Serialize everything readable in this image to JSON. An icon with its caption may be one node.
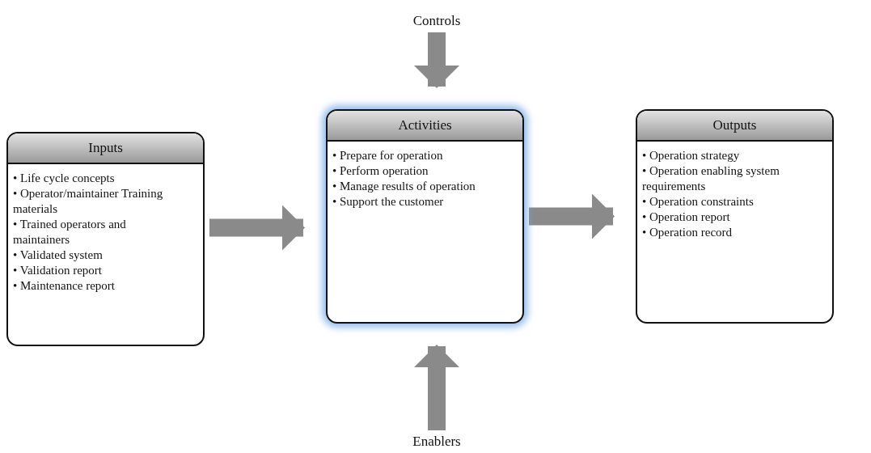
{
  "diagram": {
    "nodes": [
      {
        "text": [
          "Controls"
        ]
      },
      {
        "text": [
          "Inputs",
          "• Life cycle concepts",
          "• Operator/maintainer Training materials",
          "• Trained operators and maintainers",
          "• Validated system",
          "• Validation report",
          "• Maintenance report"
        ]
      },
      {
        "text": [
          "Activities",
          "• Prepare for operation",
          "• Perform operation",
          "• Manage results of operation",
          "• Support the customer"
        ]
      },
      {
        "text": [
          "Outputs",
          "• Operation strategy",
          "• Operation enabling system requirements",
          "• Operation constraints",
          "• Operation report",
          "• Operation record"
        ]
      },
      {
        "text": [
          "Enablers"
        ]
      }
    ],
    "edges": [
      {
        "from": 0,
        "to": 2,
        "arrow": "to"
      },
      {
        "from": 1,
        "to": 2,
        "arrow": "to"
      },
      {
        "from": 2,
        "to": 3,
        "arrow": "to"
      },
      {
        "from": 4,
        "to": 2,
        "arrow": "to"
      }
    ]
  }
}
